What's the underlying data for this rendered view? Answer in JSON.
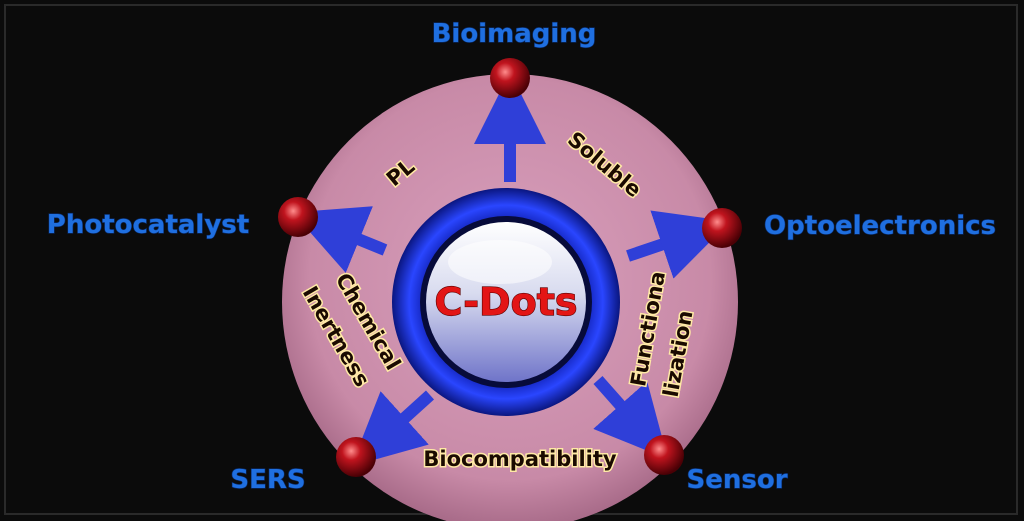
{
  "center": {
    "label": "C-Dots"
  },
  "applications": [
    {
      "id": "bioimaging",
      "label": "Bioimaging"
    },
    {
      "id": "optoelectronics",
      "label": "Optoelectronics"
    },
    {
      "id": "sensor",
      "label": "Sensor"
    },
    {
      "id": "sers",
      "label": "SERS"
    },
    {
      "id": "photocatalyst",
      "label": "Photocatalyst"
    }
  ],
  "properties": {
    "pl": "PL",
    "soluble": "Soluble",
    "functionalization_line1": "Functiona",
    "functionalization_line2": "lization",
    "biocompatibility": "Biocompatibility",
    "chemical_line1": "Chemical",
    "chemical_line2": "Inertness"
  },
  "colors": {
    "background": "#0b0b0b",
    "outer_disk": "#c98aa8",
    "ring": "#1632d8",
    "arrow": "#2f3fd8",
    "node": "#b0141e",
    "app_text": "#1f6fe0",
    "center_text": "#e31515"
  }
}
